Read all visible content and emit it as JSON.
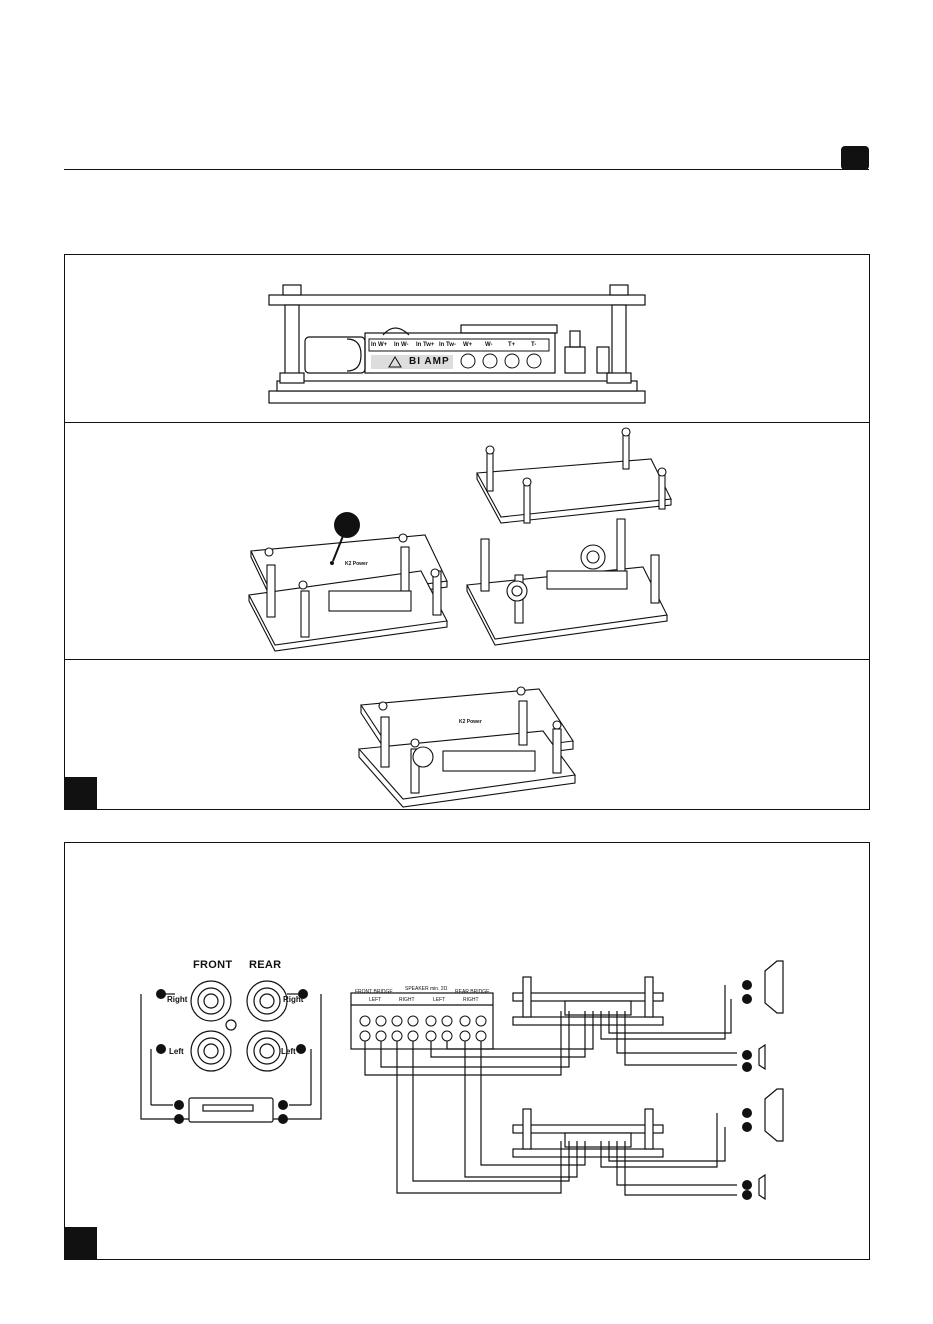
{
  "header": {
    "section_tab_color": "#111111"
  },
  "panel_1": {
    "side_view": {
      "terminal_labels": [
        "In W+",
        "In W-",
        "In Tw+",
        "In Tw-",
        "W+",
        "W-",
        "T+",
        "T-"
      ],
      "mode_label": "BI AMP",
      "warning_icon": "warning-triangle-icon"
    },
    "exploded_view": {
      "lid_brand": "K2 Power",
      "callout_marker": "filled-circle-callout"
    },
    "assembled_view": {
      "lid_brand": "K2 Power"
    }
  },
  "panel_2": {
    "head_unit": {
      "front_label": "FRONT",
      "rear_label": "REAR",
      "right_label_left": "Right",
      "right_label_right": "Right",
      "left_label_left": "Left",
      "left_label_right": "Left"
    },
    "amplifier": {
      "header": "SPEAKER min. 2Ω",
      "left_group": "FRONT BRIDGE",
      "right_group": "REAR BRIDGE",
      "left_channel": "LEFT",
      "right_channel": "RIGHT",
      "left_channel_2": "LEFT",
      "right_channel_2": "RIGHT"
    }
  }
}
